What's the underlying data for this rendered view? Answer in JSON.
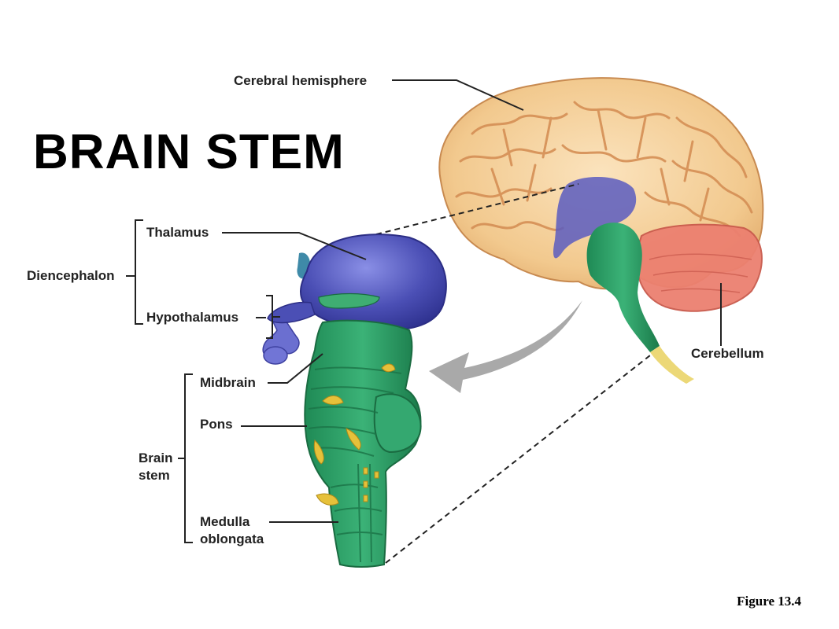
{
  "title": "BRAIN STEM",
  "figure_caption": "Figure 13.4",
  "labels": {
    "cerebral_hemisphere": "Cerebral hemisphere",
    "thalamus": "Thalamus",
    "diencephalon": "Diencephalon",
    "hypothalamus": "Hypothalamus",
    "midbrain": "Midbrain",
    "pons": "Pons",
    "brain_stem_line1": "Brain",
    "brain_stem_line2": "stem",
    "medulla_line1": "Medulla",
    "medulla_line2": "oblongata",
    "cerebellum": "Cerebellum"
  },
  "colors": {
    "cerebrum": "#f2c98e",
    "cerebrum_groove": "#d9955a",
    "diencephalon": "#4b4fb5",
    "brain_stem": "#2e9e66",
    "cerebellum": "#e8786a",
    "spinal_cord": "#e8d36a",
    "arrow": "#a9a9a9"
  }
}
